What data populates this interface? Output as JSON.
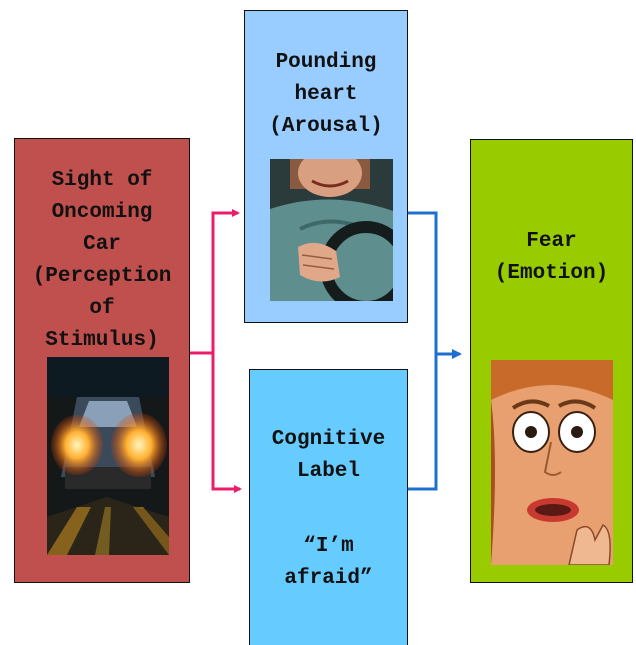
{
  "stimulus": {
    "text": "Sight of\nOncoming\nCar\n(Perception\nof\nStimulus)"
  },
  "arousal": {
    "text": "Pounding\nheart\n(Arousal)"
  },
  "cognitive": {
    "title": "Cognitive\nLabel",
    "quote": "“I’m\nafraid”"
  },
  "emotion": {
    "text": "Fear\n(Emotion)"
  },
  "colors": {
    "stimulus_box": "#c0504d",
    "arousal_box": "#99ccff",
    "cognitive_box": "#66ccff",
    "emotion_box": "#99cc00",
    "pink_arrow": "#ec1c6c",
    "blue_arrow": "#1f6fd0"
  }
}
